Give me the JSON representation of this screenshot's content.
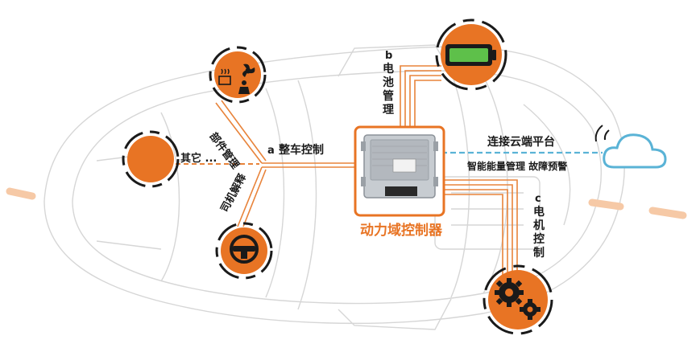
{
  "center": {
    "title": "动力域控制器"
  },
  "branches": {
    "battery": {
      "letter": "b",
      "label": "电池管理"
    },
    "vehicle": {
      "letter": "a",
      "label": "整车控制"
    },
    "motor": {
      "letter": "c",
      "label": "电机控制"
    },
    "parts": {
      "label": "部件管理"
    },
    "driver": {
      "label": "司机解释"
    },
    "other": {
      "label": "其它 ..."
    }
  },
  "cloud": {
    "label": "连接云端平台",
    "sublabel": "智能能量管理 故障预警"
  },
  "icons": {
    "battery": "battery-icon",
    "fan_heat": "fan-heater-icon",
    "steering": "steering-wheel-icon",
    "gears": "gears-icon",
    "cloud": "cloud-icon",
    "ecu": "ecu-icon"
  },
  "colors": {
    "accent": "#e87424",
    "line": "#e8833a",
    "cloud": "#5ab3d6",
    "dark": "#1a1a1a"
  }
}
